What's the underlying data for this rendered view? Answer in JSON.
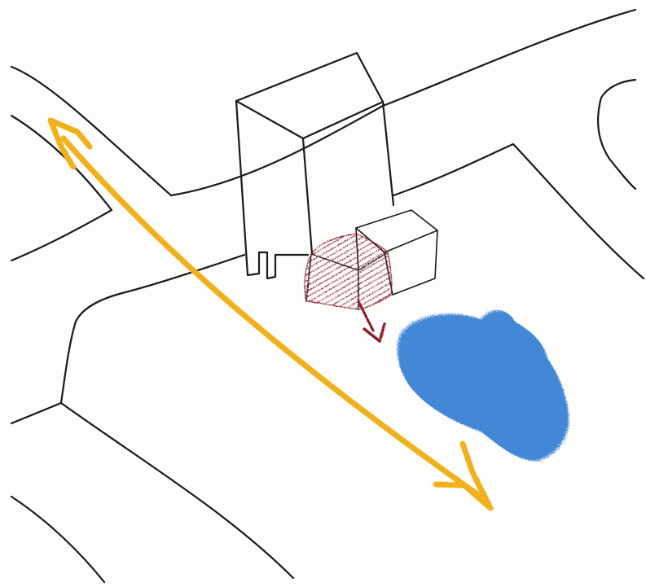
{
  "colors": {
    "paper": "#fdfdfc",
    "ink": "#1a1a1a",
    "circulation_arrow": "#f0b21e",
    "entrance_hatch": "#8e1b2a",
    "entrance_arrow": "#8e1b2a",
    "green_space": "#2a78d0"
  },
  "elements": [
    "street-outlines",
    "tall-building-volume",
    "low-building-volume",
    "entrance-hatch",
    "entrance-arrow",
    "circulation-double-arrow",
    "blue-scribble-area"
  ]
}
